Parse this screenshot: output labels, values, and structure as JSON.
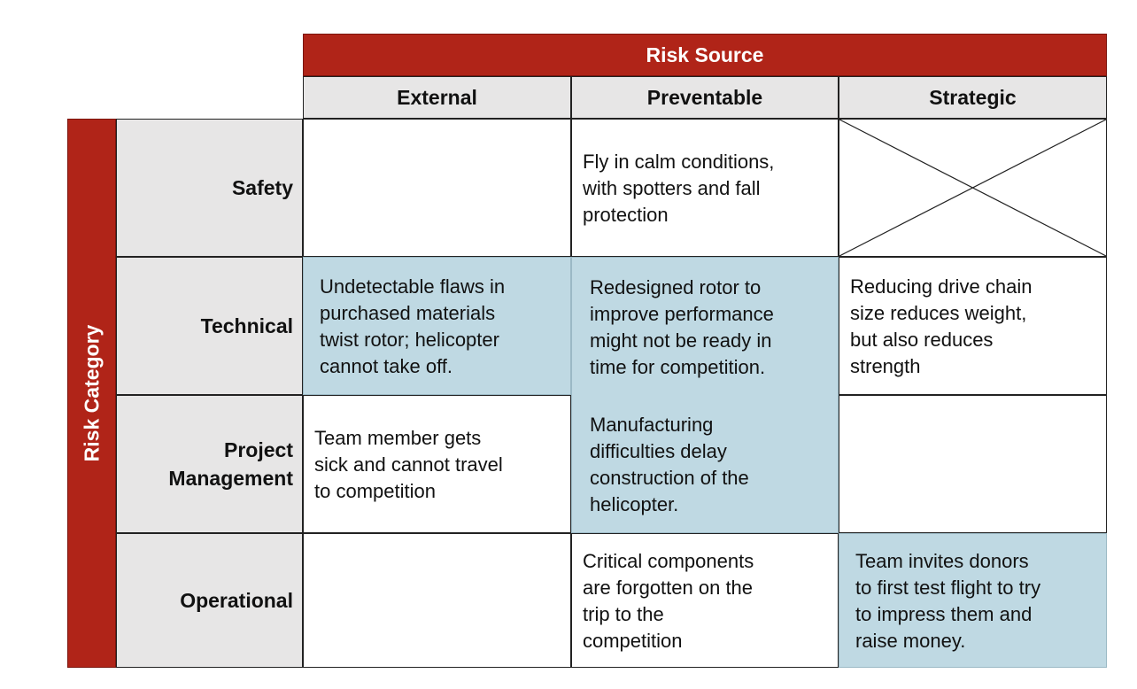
{
  "risk_source_label": "Risk Source",
  "risk_category_label": "Risk Category",
  "columns": [
    "External",
    "Preventable",
    "Strategic"
  ],
  "rows": [
    {
      "label": "Safety",
      "cells": [
        "",
        "Fly in calm conditions,\nwith spotters and fall\nprotection",
        ""
      ]
    },
    {
      "label": "Technical",
      "cells": [
        "Undetectable flaws in\npurchased materials\ntwist rotor; helicopter\ncannot take off.",
        "Redesigned rotor to\nimprove performance\nmight not be ready in\ntime for competition.",
        "Reducing drive chain\nsize reduces weight,\nbut also reduces\nstrength"
      ]
    },
    {
      "label": "Project\nManagement",
      "cells": [
        "Team member gets\nsick and cannot travel\nto competition",
        "Manufacturing\ndifficulties delay\nconstruction of the\nhelicopter.",
        ""
      ]
    },
    {
      "label": "Operational",
      "cells": [
        "",
        "Critical components\nare forgotten on the\ntrip to the\ncompetition",
        "Team invites donors\nto first test flight to try\nto impress them and\nraise money."
      ]
    }
  ],
  "colors": {
    "header_red": "#b02418",
    "header_gray": "#e7e6e6",
    "highlight_blue": "#bfd9e3"
  }
}
